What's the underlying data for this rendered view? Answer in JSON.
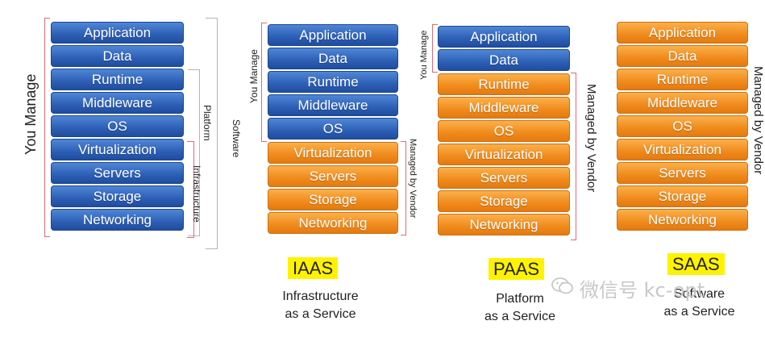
{
  "layers": [
    "Application",
    "Data",
    "Runtime",
    "Middleware",
    "OS",
    "Virtualization",
    "Servers",
    "Storage",
    "Networking"
  ],
  "onprem": {
    "you_manage": "You Manage",
    "platform": "Platform",
    "software": "Software",
    "infrastructure": "Infrastructure"
  },
  "iaas": {
    "you_manage": "You Manage",
    "managed": "Managed by Vendor",
    "title": "IAAS",
    "desc1": "Infrastructure",
    "desc2": "as a Service"
  },
  "paas": {
    "you_manage": "You Manage",
    "managed": "Managed by Vendor",
    "title": "PAAS",
    "desc1": "Platform",
    "desc2": "as a Service"
  },
  "saas": {
    "managed": "Managed by Vendor",
    "title": "SAAS",
    "desc1": "Software",
    "desc2": "as a Service"
  },
  "watermark": "微信号 kc-opt",
  "colors": {
    "blue": "#2d5fb5",
    "orange": "#f08a1c",
    "highlight": "#fff200",
    "bracket": "#e06a74"
  }
}
